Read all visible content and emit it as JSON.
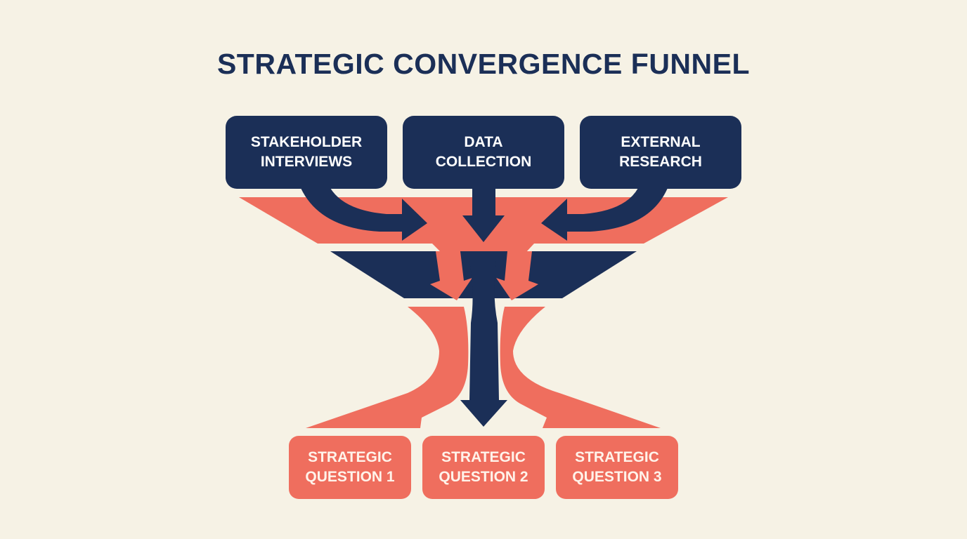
{
  "title": "STRATEGIC CONVERGENCE FUNNEL",
  "colors": {
    "background": "#f6f2e5",
    "navy": "#1b2f57",
    "coral": "#ef6e5e",
    "box_text": "#ffffff"
  },
  "sources": [
    {
      "label": "STAKEHOLDER\nINTERVIEWS",
      "icon": "curved-arrow-right-icon"
    },
    {
      "label": "DATA\nCOLLECTION",
      "icon": "arrow-down-icon"
    },
    {
      "label": "EXTERNAL\nRESEARCH",
      "icon": "curved-arrow-left-icon"
    }
  ],
  "funnel": {
    "layers": [
      {
        "name": "intake-band",
        "color": "coral"
      },
      {
        "name": "synthesis-band",
        "color": "navy"
      },
      {
        "name": "output-split",
        "color": "coral"
      }
    ],
    "central_arrow": "arrow-down-icon"
  },
  "outputs": [
    {
      "label": "STRATEGIC\nQUESTION 1"
    },
    {
      "label": "STRATEGIC\nQUESTION 2"
    },
    {
      "label": "STRATEGIC\nQUESTION 3"
    }
  ]
}
